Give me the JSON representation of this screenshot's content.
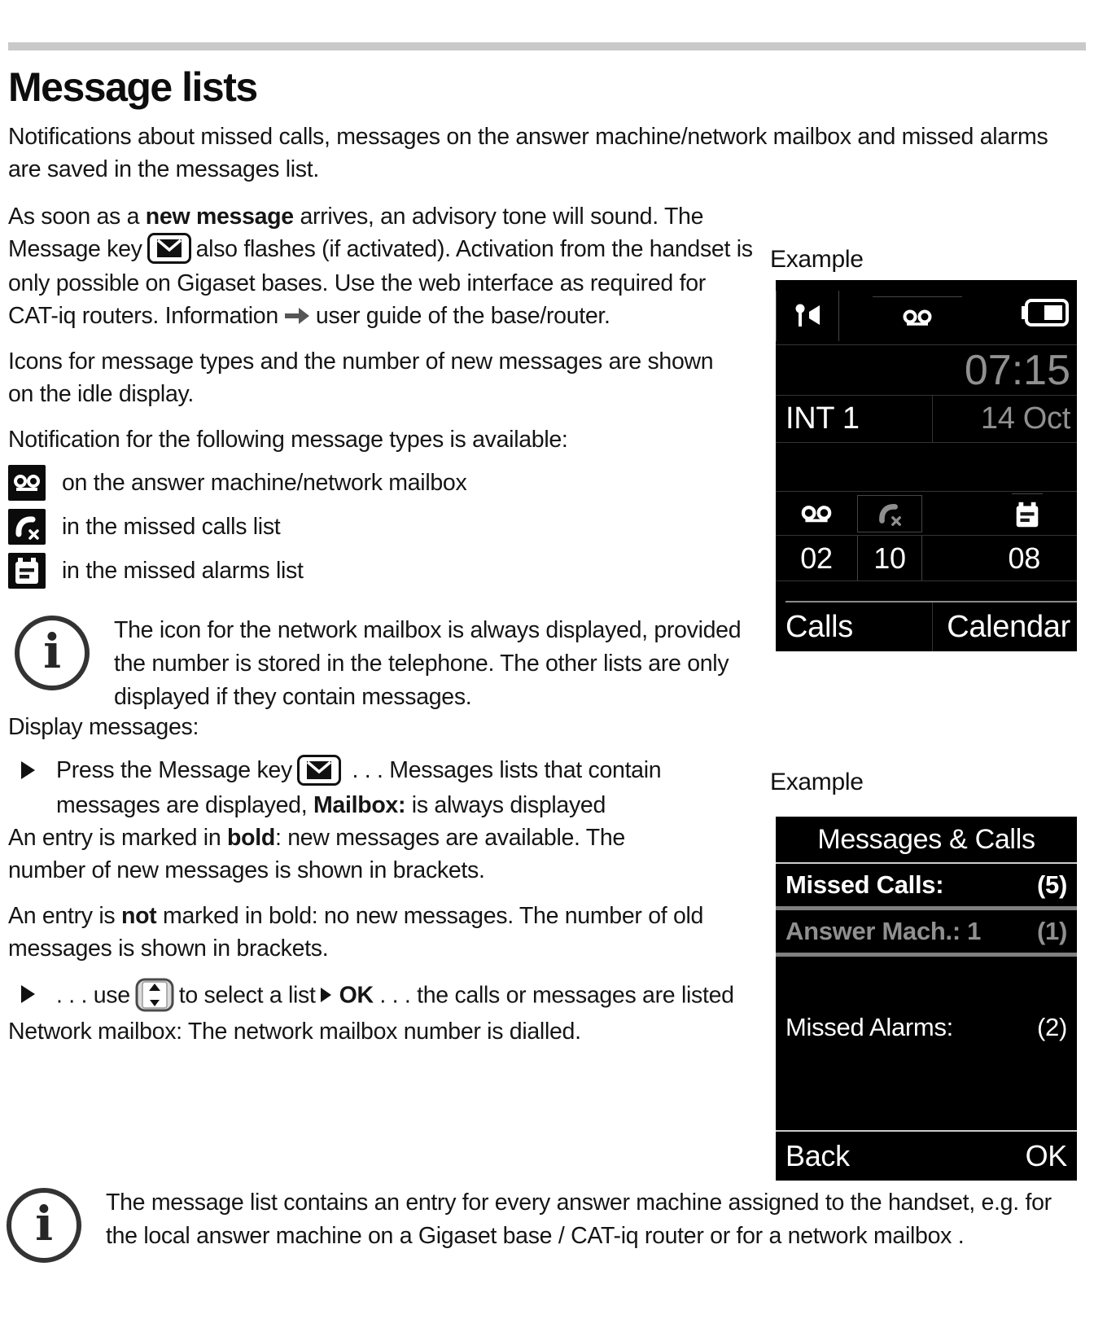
{
  "page": {
    "title": "Message lists",
    "example_label_1": "Example",
    "example_label_2": "Example"
  },
  "paragraphs": {
    "intro": "Notifications about missed calls, messages on the answer machine/network mailbox and missed alarms are saved in the messages list.",
    "new_message": {
      "pre": "As soon as a ",
      "bold": "new message",
      "mid": " arrives, an advisory tone will sound. The Message key",
      "post": "also flashes (if activated). Activation from the handset is only possible on Gigaset bases. Use the web interface as required for CAT-iq routers. Information",
      "tail": "user guide of the base/router."
    },
    "icons_intro": "Icons for message types and the number of new messages are shown on the idle display.",
    "notification_intro": "Notification for the following message types is available:"
  },
  "legend": {
    "items": [
      {
        "icon": "answer-machine-icon",
        "text": "on the answer machine/network mailbox"
      },
      {
        "icon": "missed-call-icon",
        "text": "in the missed calls list"
      },
      {
        "icon": "missed-alarm-icon",
        "text": "in the missed alarms list"
      }
    ]
  },
  "notes": {
    "note1": "The icon for the network mailbox is always displayed, provided the number is stored in the telephone. The other lists are only displayed if they contain messages.",
    "note2": "The message list contains an entry for every answer machine assigned to the handset, e.g. for the local answer machine on a Gigaset base / CAT-iq router or for a network mailbox ."
  },
  "display_messages": {
    "heading": "Display messages:",
    "b1": {
      "pre": "Press the Message key",
      "mid": " . . . Messages lists that contain messages are displayed, ",
      "bold": "Mailbox:",
      "post": " is always displayed"
    },
    "b1_sub1": {
      "pre": "An entry is marked in ",
      "bold": "bold",
      "post": ": new messages are available. The number of new messages is shown in brackets."
    },
    "b1_sub2": {
      "pre": "An entry is ",
      "bold": "not",
      "post": " marked in bold: no new messages. The number of old messages is shown in brackets."
    },
    "b2": {
      "pre": ". . . use",
      "mid": "to select a list",
      "ok": "OK",
      "post": " . . . the calls or messages are listed"
    },
    "b2_sub": "Network mailbox: The network mailbox number is dialled."
  },
  "screen1": {
    "status_icons": [
      "signal-icon",
      "answer-machine-icon",
      "battery-icon"
    ],
    "time": "07:15",
    "int_label": "INT 1",
    "date": "14 Oct",
    "counters": [
      {
        "icon": "answer-machine-icon",
        "count": "02"
      },
      {
        "icon": "missed-call-icon",
        "count": "10"
      },
      {
        "icon": "missed-alarm-icon",
        "count": "08"
      }
    ],
    "softkeys": [
      "Calls",
      "Calendar"
    ]
  },
  "screen2": {
    "title": "Messages & Calls",
    "rows": [
      {
        "label": "Missed Calls:",
        "count": "(5)"
      },
      {
        "label": "Answer Mach.: 1",
        "count": "(1)"
      },
      {
        "label": "Missed Alarms:",
        "count": "(2)"
      }
    ],
    "softkeys": [
      "Back",
      "OK"
    ]
  },
  "colors": {
    "screen_bg": "#000000",
    "screen_dim_text": "#909090",
    "header_bar": "#c9c9c9",
    "body_text": "#151515"
  }
}
